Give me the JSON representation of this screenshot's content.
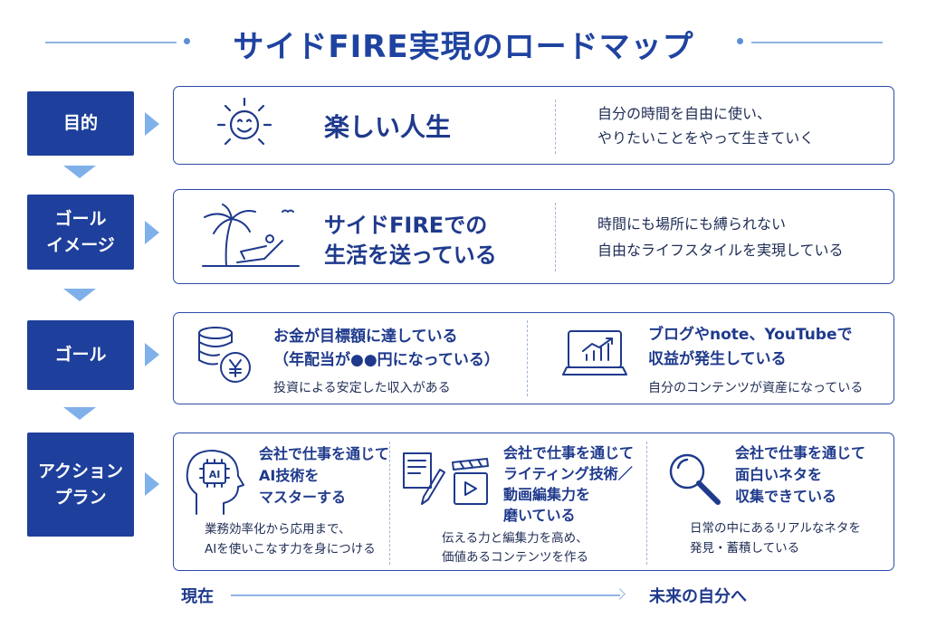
{
  "title": "サイドFIRE実現のロードマップ",
  "rows": {
    "purpose": {
      "label": "目的",
      "main": "楽しい人生",
      "desc_line1": "自分の時間を自由に使い、",
      "desc_line2": "やりたいことをやって生きていく"
    },
    "goal_image": {
      "label_line1": "ゴール",
      "label_line2": "イメージ",
      "main_line1": "サイドFIREでの",
      "main_line2": "生活を送っている",
      "desc_line1": "時間にも場所にも縛られない",
      "desc_line2": "自由なライフスタイルを実現している"
    },
    "goal": {
      "label": "ゴール",
      "left": {
        "head_line1": "お金が目標額に達している",
        "head_line2": "（年配当が●●円になっている）",
        "sub": "投資による安定した収入がある"
      },
      "right": {
        "head_line1": "ブログやnote、YouTubeで",
        "head_line2": "収益が発生している",
        "sub": "自分のコンテンツが資産になっている"
      }
    },
    "action_plan": {
      "label_line1": "アクション",
      "label_line2": "プラン",
      "items": [
        {
          "head_line1": "会社で仕事を通じて",
          "head_line2": "AI技術を",
          "head_line3": "マスターする",
          "sub_line1": "業務効率化から応用まで、",
          "sub_line2": "AIを使いこなす力を身につける",
          "icon": "ai-head-icon",
          "icon_text": "AI"
        },
        {
          "head_line1": "会社で仕事を通じて",
          "head_line2": "ライティング技術／",
          "head_line3": "動画編集力を",
          "head_line4": "磨いている",
          "sub_line1": "伝える力と編集力を高め、",
          "sub_line2": "価値あるコンテンツを作る",
          "icon": "writing-video-icon"
        },
        {
          "head_line1": "会社で仕事を通じて",
          "head_line2": "面白いネタを",
          "head_line3": "収集できている",
          "sub_line1": "日常の中にあるリアルなネタを",
          "sub_line2": "発見・蓄積している",
          "icon": "magnifier-icon"
        }
      ]
    }
  },
  "timeline": {
    "start": "現在",
    "end": "未来の自分へ"
  },
  "colors": {
    "label_bg": "#1e3f9b",
    "accent": "#1f43a0",
    "arrow": "#7fb0ea",
    "border": "#2a4ca7"
  }
}
